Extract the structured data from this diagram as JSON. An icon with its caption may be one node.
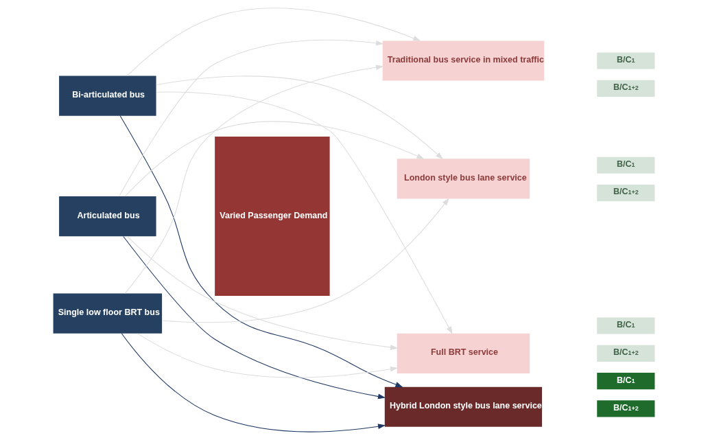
{
  "diagram": {
    "nodes": [
      {
        "text": [
          "Bi-articulated bus"
        ]
      },
      {
        "text": [
          "Articulated bus"
        ]
      },
      {
        "text": [
          "Single low floor BRT bus"
        ]
      },
      {
        "text": [
          "Varied Passenger Demand"
        ]
      },
      {
        "text": [
          "Traditional bus service in mixed traffic"
        ]
      },
      {
        "text": [
          "B/C$_{1}$"
        ]
      },
      {
        "text": [
          "B/C$_{1+2}$"
        ]
      },
      {
        "text": [
          "London style bus lane service"
        ]
      },
      {
        "text": [
          "B/C$_{1}$"
        ]
      },
      {
        "text": [
          "B/C$_{1+2}$"
        ]
      },
      {
        "text": [
          "Full BRT service"
        ]
      },
      {
        "text": [
          "B/C$_{1}$"
        ]
      },
      {
        "text": [
          "B/C$_{1+2}$"
        ]
      },
      {
        "text": [
          "Hybrid London style bus lane service"
        ]
      },
      {
        "text": [
          "B/C$_{1}$"
        ]
      },
      {
        "text": [
          "B/C$_{1+2}$"
        ]
      }
    ],
    "edges": [
      {
        "from": 0,
        "to": 4,
        "arrow": "to"
      },
      {
        "from": 0,
        "to": 7,
        "arrow": "to"
      },
      {
        "from": 0,
        "to": 10,
        "arrow": "to"
      },
      {
        "from": 1,
        "to": 4,
        "arrow": "to"
      },
      {
        "from": 1,
        "to": 7,
        "arrow": "to"
      },
      {
        "from": 1,
        "to": 10,
        "arrow": "to"
      },
      {
        "from": 2,
        "to": 4,
        "arrow": "to"
      },
      {
        "from": 2,
        "to": 7,
        "arrow": "to"
      },
      {
        "from": 2,
        "to": 10,
        "arrow": "to"
      },
      {
        "from": 0,
        "to": 13,
        "arrow": "to",
        "color": "#1f3864"
      },
      {
        "from": 1,
        "to": 13,
        "arrow": "to",
        "color": "#1f3864"
      },
      {
        "from": 2,
        "to": 13,
        "arrow": "to",
        "color": "#1f3864"
      }
    ]
  }
}
